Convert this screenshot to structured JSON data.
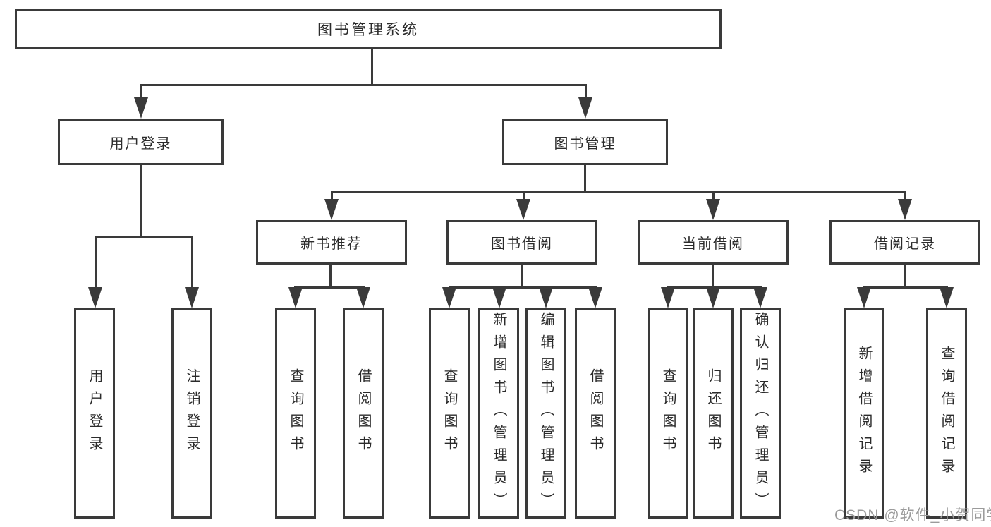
{
  "diagram": {
    "type": "tree",
    "title": "图书管理系统",
    "root": {
      "label": "图书管理系统"
    },
    "level2": [
      {
        "id": "user-login",
        "label": "用户登录",
        "parent": "图书管理系统"
      },
      {
        "id": "book-management",
        "label": "图书管理",
        "parent": "图书管理系统"
      }
    ],
    "level3": [
      {
        "id": "new-book-recommendation",
        "label": "新书推荐",
        "parent": "图书管理"
      },
      {
        "id": "book-borrowing",
        "label": "图书借阅",
        "parent": "图书管理"
      },
      {
        "id": "current-borrowing",
        "label": "当前借阅",
        "parent": "图书管理"
      },
      {
        "id": "borrowing-records",
        "label": "借阅记录",
        "parent": "图书管理"
      }
    ],
    "leaves": [
      {
        "id": "leaf-user-login",
        "label": "用户登录",
        "parent": "用户登录"
      },
      {
        "id": "leaf-logout",
        "label": "注销登录",
        "parent": "用户登录"
      },
      {
        "id": "leaf-query-books-recommend",
        "label": "查询图书",
        "parent": "新书推荐"
      },
      {
        "id": "leaf-borrow-books-recommend",
        "label": "借阅图书",
        "parent": "新书推荐"
      },
      {
        "id": "leaf-query-books-borrowing",
        "label": "查询图书",
        "parent": "图书借阅"
      },
      {
        "id": "leaf-add-books-admin",
        "label": "新增图书（管理员）",
        "parent": "图书借阅"
      },
      {
        "id": "leaf-edit-books-admin",
        "label": "编辑图书（管理员）",
        "parent": "图书借阅"
      },
      {
        "id": "leaf-borrow-books-borrowing",
        "label": "借阅图书",
        "parent": "图书借阅"
      },
      {
        "id": "leaf-query-books-current",
        "label": "查询图书",
        "parent": "当前借阅"
      },
      {
        "id": "leaf-return-books",
        "label": "归还图书",
        "parent": "当前借阅"
      },
      {
        "id": "leaf-confirm-return-admin",
        "label": "确认归还（管理员）",
        "parent": "当前借阅"
      },
      {
        "id": "leaf-add-borrow-record",
        "label": "新增借阅记录",
        "parent": "借阅记录"
      },
      {
        "id": "leaf-query-borrow-record",
        "label": "查询借阅记录",
        "parent": "借阅记录"
      }
    ],
    "colors": {
      "line": "#3a3a3a",
      "text": "#2b2b2b"
    }
  },
  "watermark": {
    "text": "CSDN @软件_小贺同学",
    "color": "#9b9b9b"
  }
}
